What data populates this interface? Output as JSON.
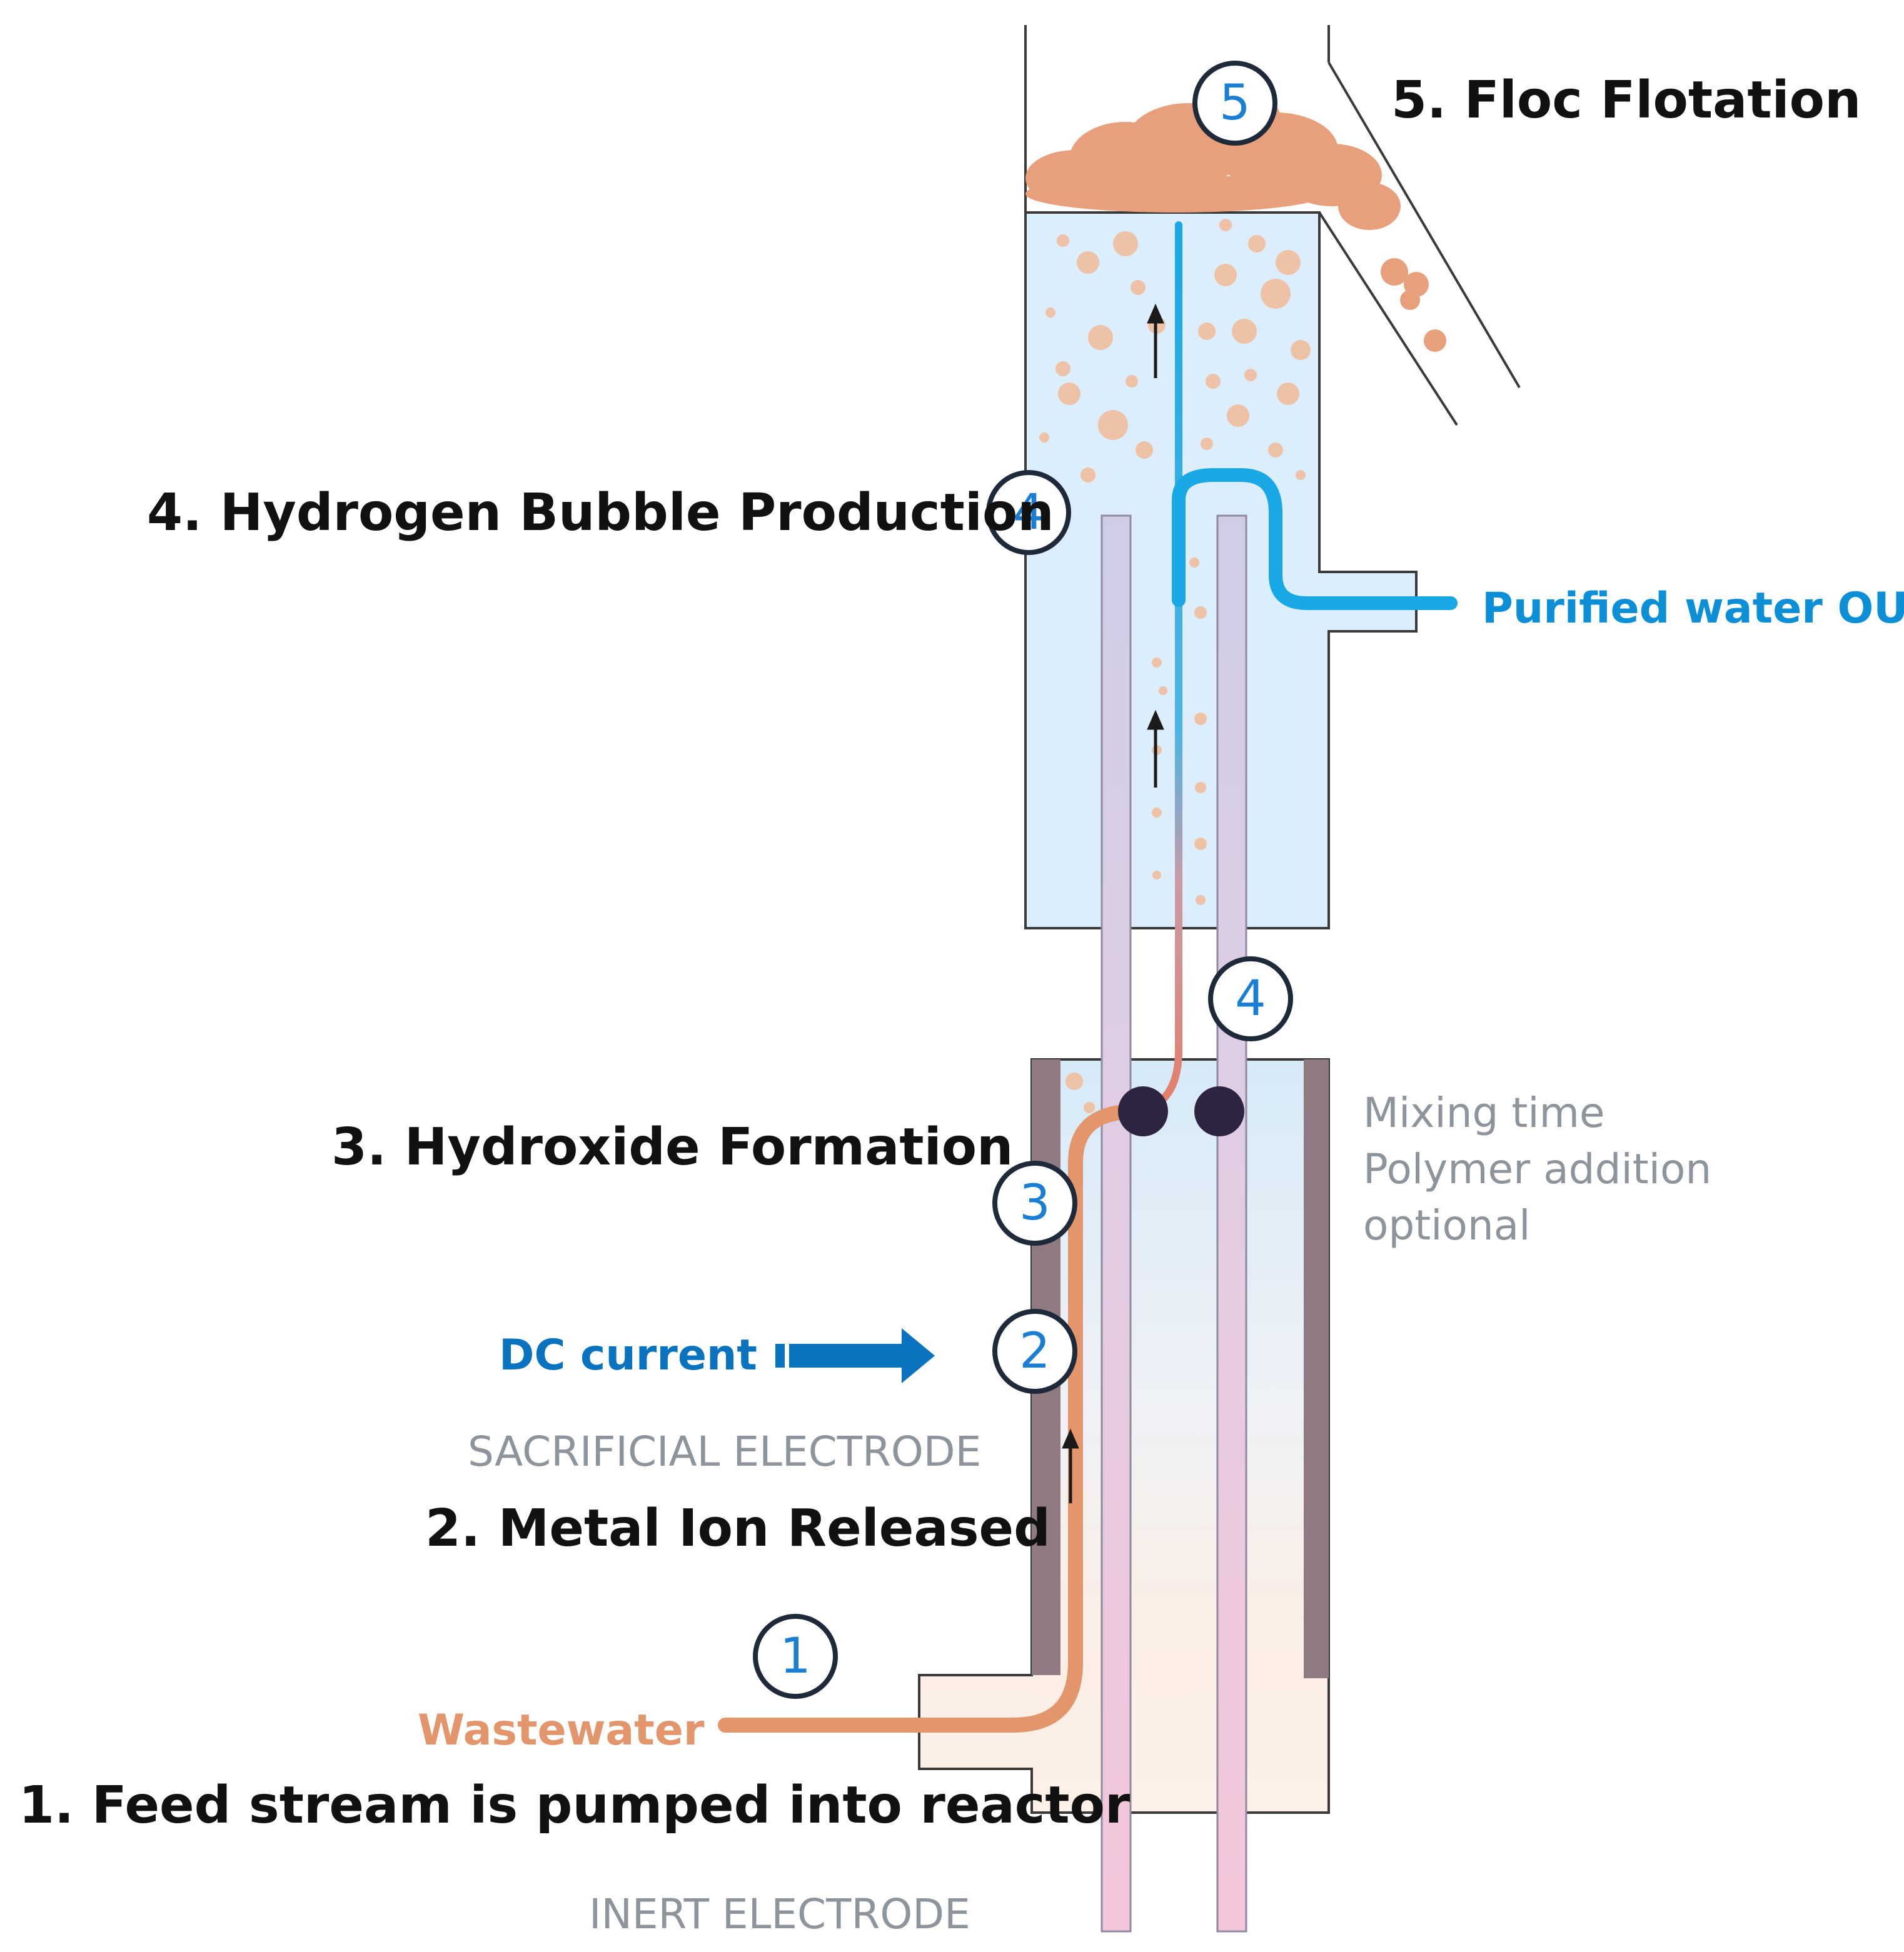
{
  "labels": {
    "step1": "1. Feed stream is pumped into reactor",
    "step2": "2. Metal Ion Released",
    "step3": "3. Hydroxide Formation",
    "step4": "4. Hydrogen Bubble Production",
    "step5": "5. Floc Flotation",
    "dc_current": "DC current",
    "wastewater": "Wastewater",
    "purified_water": "Purified water OUT",
    "sacrificial_electrode": "SACRIFICIAL ELECTRODE",
    "inert_electrode": "INERT ELECTRODE",
    "mixing_time": "Mixing time",
    "polymer_addition": "Polymer addition",
    "optional": "optional"
  },
  "markers": {
    "m1": "1",
    "m2": "2",
    "m3": "3",
    "m4_upper": "4",
    "m4_lower": "4",
    "m5": "5"
  },
  "colors": {
    "wastewater": "#e3956c",
    "purified_water": "#18a8e6",
    "floc": "#e8a07c",
    "marker_ring": "#1e2a3a",
    "marker_number": "#1a7fd4",
    "dc_arrow": "#0a73c0",
    "tank_water": "#dcedfb",
    "electrode_wall": "#8f7a82",
    "inert_electrode": "#f1c6da"
  }
}
